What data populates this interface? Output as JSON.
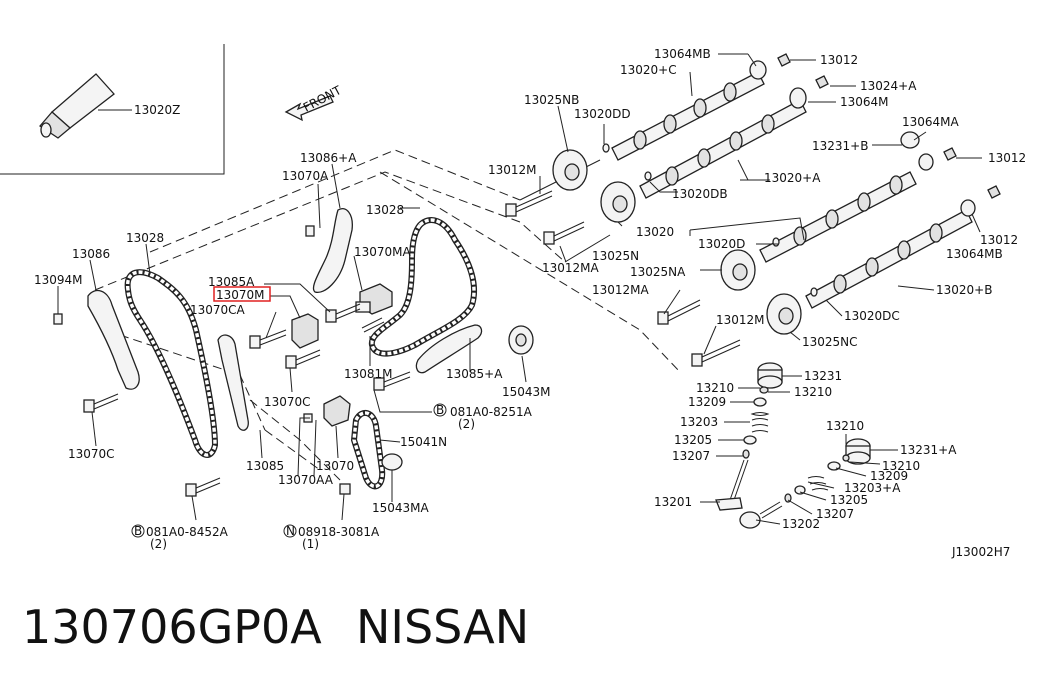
{
  "diagram": {
    "front_label": "FRONT",
    "ref_code": "J13002H7",
    "highlight_color": "#e02020",
    "labels": [
      {
        "id": "l-13020z",
        "text": "13020Z"
      },
      {
        "id": "l-13064mb-top",
        "text": "13064MB"
      },
      {
        "id": "l-13012-top",
        "text": "13012"
      },
      {
        "id": "l-13020c",
        "text": "13020+C"
      },
      {
        "id": "l-13024a",
        "text": "13024+A"
      },
      {
        "id": "l-13025nb",
        "text": "13025NB"
      },
      {
        "id": "l-13064m",
        "text": "13064M"
      },
      {
        "id": "l-13020dd",
        "text": "13020DD"
      },
      {
        "id": "l-13064ma",
        "text": "13064MA"
      },
      {
        "id": "l-13231b",
        "text": "13231+B"
      },
      {
        "id": "l-13012-r",
        "text": "13012"
      },
      {
        "id": "l-13086a",
        "text": "13086+A"
      },
      {
        "id": "l-13012m-1",
        "text": "13012M"
      },
      {
        "id": "l-13020a",
        "text": "13020+A"
      },
      {
        "id": "l-13070a",
        "text": "13070A"
      },
      {
        "id": "l-13020db",
        "text": "13020DB"
      },
      {
        "id": "l-13028-r",
        "text": "13028"
      },
      {
        "id": "l-13028-l",
        "text": "13028"
      },
      {
        "id": "l-13020",
        "text": "13020"
      },
      {
        "id": "l-13020d",
        "text": "13020D"
      },
      {
        "id": "l-13012-mid",
        "text": "13012"
      },
      {
        "id": "l-13086",
        "text": "13086"
      },
      {
        "id": "l-13070ma",
        "text": "13070MA"
      },
      {
        "id": "l-13025n",
        "text": "13025N"
      },
      {
        "id": "l-13064mb-r",
        "text": "13064MB"
      },
      {
        "id": "l-13012ma-1",
        "text": "13012MA"
      },
      {
        "id": "l-13025na",
        "text": "13025NA"
      },
      {
        "id": "l-13094m",
        "text": "13094M"
      },
      {
        "id": "l-13085a",
        "text": "13085A"
      },
      {
        "id": "l-13070m",
        "text": "13070M"
      },
      {
        "id": "l-13012ma-2",
        "text": "13012MA"
      },
      {
        "id": "l-13020b",
        "text": "13020+B"
      },
      {
        "id": "l-13070ca",
        "text": "13070CA"
      },
      {
        "id": "l-13020dc",
        "text": "13020DC"
      },
      {
        "id": "l-13012m-2",
        "text": "13012M"
      },
      {
        "id": "l-13025nc",
        "text": "13025NC"
      },
      {
        "id": "l-13081m",
        "text": "13081M"
      },
      {
        "id": "l-13085a-2",
        "text": "13085+A"
      },
      {
        "id": "l-13231",
        "text": "13231"
      },
      {
        "id": "l-15043m",
        "text": "15043M"
      },
      {
        "id": "l-13210-a",
        "text": "13210"
      },
      {
        "id": "l-13210-b",
        "text": "13210"
      },
      {
        "id": "l-13209-a",
        "text": "13209"
      },
      {
        "id": "l-13070c-a",
        "text": "13070C"
      },
      {
        "id": "l-081a0-8251a",
        "text": "081A0-8251A"
      },
      {
        "id": "l-qty2-a",
        "text": "(2)"
      },
      {
        "id": "l-13203",
        "text": "13203"
      },
      {
        "id": "l-13210-c",
        "text": "13210"
      },
      {
        "id": "l-13205-a",
        "text": "13205"
      },
      {
        "id": "l-15041n",
        "text": "15041N"
      },
      {
        "id": "l-13231a",
        "text": "13231+A"
      },
      {
        "id": "l-13207-a",
        "text": "13207"
      },
      {
        "id": "l-13070c-b",
        "text": "13070C"
      },
      {
        "id": "l-13085",
        "text": "13085"
      },
      {
        "id": "l-13070",
        "text": "13070"
      },
      {
        "id": "l-13210-d",
        "text": "13210"
      },
      {
        "id": "l-13209-b",
        "text": "13209"
      },
      {
        "id": "l-13070aa",
        "text": "13070AA"
      },
      {
        "id": "l-13203a",
        "text": "13203+A"
      },
      {
        "id": "l-13201",
        "text": "13201"
      },
      {
        "id": "l-13205-b",
        "text": "13205"
      },
      {
        "id": "l-15043ma",
        "text": "15043MA"
      },
      {
        "id": "l-13207-b",
        "text": "13207"
      },
      {
        "id": "l-13202",
        "text": "13202"
      },
      {
        "id": "l-081a0-8452a",
        "text": "081A0-8452A"
      },
      {
        "id": "l-qty2-b",
        "text": "(2)"
      },
      {
        "id": "l-08918-3081a",
        "text": "08918-3081A"
      },
      {
        "id": "l-qty1",
        "text": "(1)"
      }
    ],
    "badges": {
      "b1": "B",
      "b2": "B",
      "n1": "N"
    }
  },
  "caption": {
    "part_number": "130706GP0A",
    "brand": "NISSAN"
  }
}
